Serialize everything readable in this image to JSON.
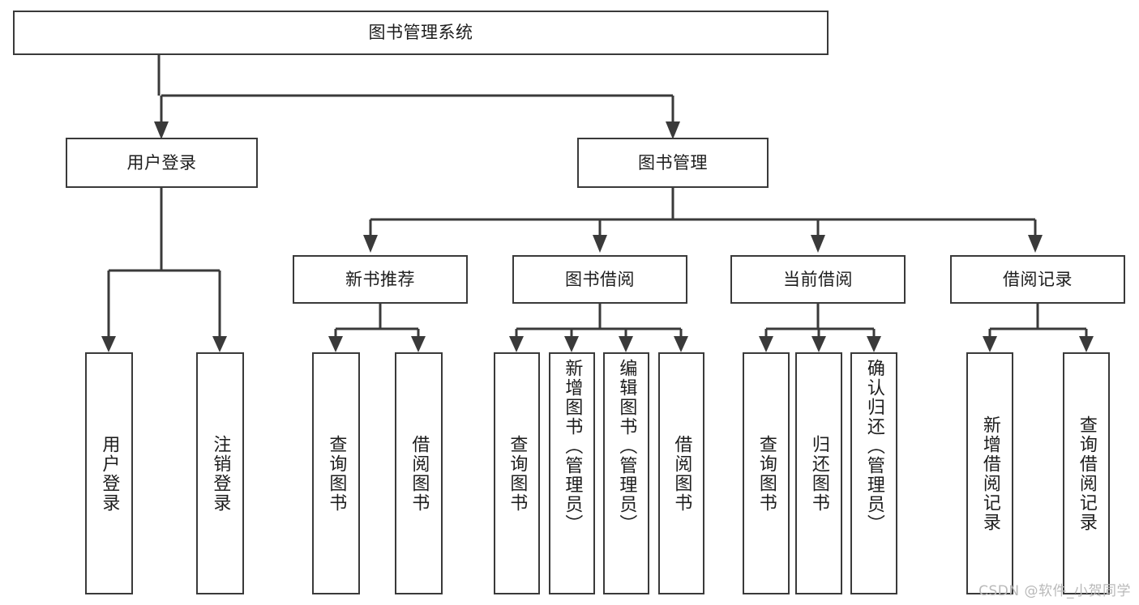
{
  "diagram": {
    "type": "tree-hierarchy-chart",
    "title": "图书管理系统",
    "stroke_color": "#3a3a3a",
    "text_color": "#1d1d1d",
    "background": "#ffffff",
    "root": {
      "id": "root",
      "label": "图书管理系统"
    },
    "level2": [
      {
        "id": "user-login",
        "label": "用户登录"
      },
      {
        "id": "book-management",
        "label": "图书管理"
      }
    ],
    "level3": [
      {
        "id": "new-book-recommend",
        "label": "新书推荐",
        "parent": "book-management"
      },
      {
        "id": "book-borrow",
        "label": "图书借阅",
        "parent": "book-management"
      },
      {
        "id": "current-borrow",
        "label": "当前借阅",
        "parent": "book-management"
      },
      {
        "id": "borrow-record",
        "label": "借阅记录",
        "parent": "book-management"
      }
    ],
    "leaves": {
      "user-login": [
        {
          "id": "leaf-user-login",
          "label": "用户登录"
        },
        {
          "id": "leaf-user-logout",
          "label": "注销登录"
        }
      ],
      "new-book-recommend": [
        {
          "id": "leaf-query-book-1",
          "label": "查询图书"
        },
        {
          "id": "leaf-borrow-book-1",
          "label": "借阅图书"
        }
      ],
      "book-borrow": [
        {
          "id": "leaf-query-book-2",
          "label": "查询图书"
        },
        {
          "id": "leaf-add-book",
          "label": "新增图书（管理员）"
        },
        {
          "id": "leaf-edit-book",
          "label": "编辑图书（管理员）"
        },
        {
          "id": "leaf-borrow-book-2",
          "label": "借阅图书"
        }
      ],
      "current-borrow": [
        {
          "id": "leaf-query-book-3",
          "label": "查询图书"
        },
        {
          "id": "leaf-return-book",
          "label": "归还图书"
        },
        {
          "id": "leaf-confirm-return",
          "label": "确认归还（管理员）"
        }
      ],
      "borrow-record": [
        {
          "id": "leaf-add-record",
          "label": "新增借阅记录"
        },
        {
          "id": "leaf-query-record",
          "label": "查询借阅记录"
        }
      ]
    }
  },
  "watermark": {
    "text": "CSDN @软件_小贺同学"
  }
}
